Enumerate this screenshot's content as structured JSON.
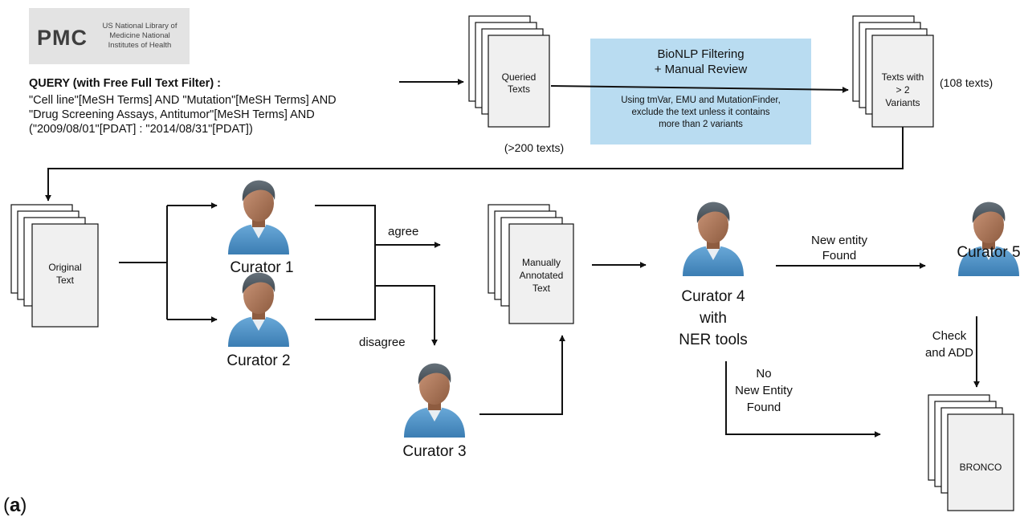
{
  "logo": {
    "mark": "PMC",
    "subtitle_lines": [
      "US National Library of",
      "Medicine National",
      "Institutes of Health"
    ]
  },
  "query": {
    "title": "QUERY (with Free Full Text Filter) :",
    "lines": [
      "\"Cell line\"[MeSH Terms] AND \"Mutation\"[MeSH Terms] AND",
      "\"Drug Screening Assays, Antitumor\"[MeSH Terms] AND",
      "(\"2009/08/01\"[PDAT] : \"2014/08/31\"[PDAT])"
    ]
  },
  "queried_texts": {
    "lines": [
      "Queried",
      "Texts"
    ],
    "count": "(>200 texts)"
  },
  "filter": {
    "title_lines": [
      "BioNLP Filtering",
      "+ Manual Review"
    ],
    "body_lines": [
      "Using tmVar, EMU and MutationFinder,",
      "exclude the text unless it contains",
      "more than 2 variants"
    ]
  },
  "filtered_texts": {
    "lines": [
      "Texts with",
      "> 2",
      "Variants"
    ],
    "count": "(108 texts)"
  },
  "original_text": {
    "lines": [
      "Original",
      "Text"
    ]
  },
  "curators": {
    "c1": "Curator 1",
    "c2": "Curator 2",
    "c3": "Curator 3",
    "c4": [
      "Curator 4",
      "with",
      "NER tools"
    ],
    "c5": "Curator 5"
  },
  "edge_labels": {
    "agree": "agree",
    "disagree": "disagree",
    "new_entity": [
      "New entity",
      "Found"
    ],
    "no_new_entity": [
      "No",
      "New Entity",
      "Found"
    ],
    "check_add": [
      "Check",
      "and ADD"
    ]
  },
  "annotated_text": {
    "lines": [
      "Manually",
      "Annotated",
      "Text"
    ]
  },
  "bronco": {
    "label": "BRONCO"
  },
  "panel_label": {
    "open": "(",
    "letter": "a",
    "close": ")"
  },
  "colors": {
    "filter_box": "#b9dcf1",
    "person_skin": "#b07a5a",
    "person_hair": "#4f5a62",
    "person_shirt": "#4f93c8"
  }
}
